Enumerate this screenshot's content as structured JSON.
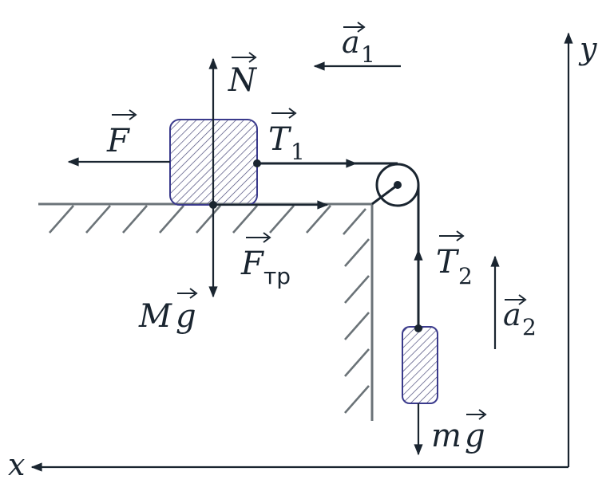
{
  "labels": {
    "N": "N",
    "F": "F",
    "T1_main": "T",
    "T1_sub": "1",
    "a1_main": "a",
    "a1_sub": "1",
    "Ftr_main": "F",
    "Ftr_sub": "тр",
    "Mg_M": "M",
    "Mg_g": "g",
    "T2_main": "T",
    "T2_sub": "2",
    "a2_main": "a",
    "a2_sub": "2",
    "mg_m": "m",
    "mg_g": "g",
    "x_axis": "x",
    "y_axis": "y"
  },
  "colors": {
    "ink": "#1a2530",
    "block_outline": "#3a3a8c",
    "hatch": "#4a4a7a",
    "ground": "#6b7378"
  }
}
